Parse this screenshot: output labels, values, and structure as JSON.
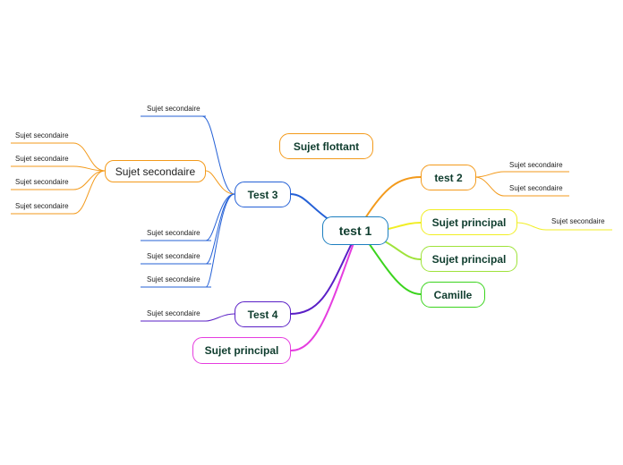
{
  "colors": {
    "root": "#1d7fc0",
    "test3": "#2460d6",
    "test4": "#5a1fc6",
    "magenta": "#e53ddf",
    "orange": "#f39a1b",
    "yellow": "#f1ee24",
    "lime": "#9fe33a",
    "green": "#3bd41e",
    "text": "#0f3d2e"
  },
  "root": {
    "label": "test 1"
  },
  "floating": {
    "label": "Sujet flottant"
  },
  "branches": {
    "test3": {
      "label": "Test 3",
      "secondary": {
        "label": "Sujet secondaire"
      },
      "secondary_children": [
        "Sujet secondaire",
        "Sujet secondaire",
        "Sujet secondaire",
        "Sujet secondaire"
      ],
      "top_child": "Sujet secondaire",
      "bottom_children": [
        "Sujet secondaire",
        "Sujet secondaire",
        "Sujet secondaire"
      ]
    },
    "test4": {
      "label": "Test 4",
      "child": "Sujet secondaire"
    },
    "principal_left": {
      "label": "Sujet principal"
    },
    "test2": {
      "label": "test 2",
      "children": [
        "Sujet secondaire",
        "Sujet secondaire"
      ]
    },
    "principal_1": {
      "label": "Sujet principal",
      "child": "Sujet secondaire"
    },
    "principal_2": {
      "label": "Sujet principal"
    },
    "camille": {
      "label": "Camille"
    }
  }
}
